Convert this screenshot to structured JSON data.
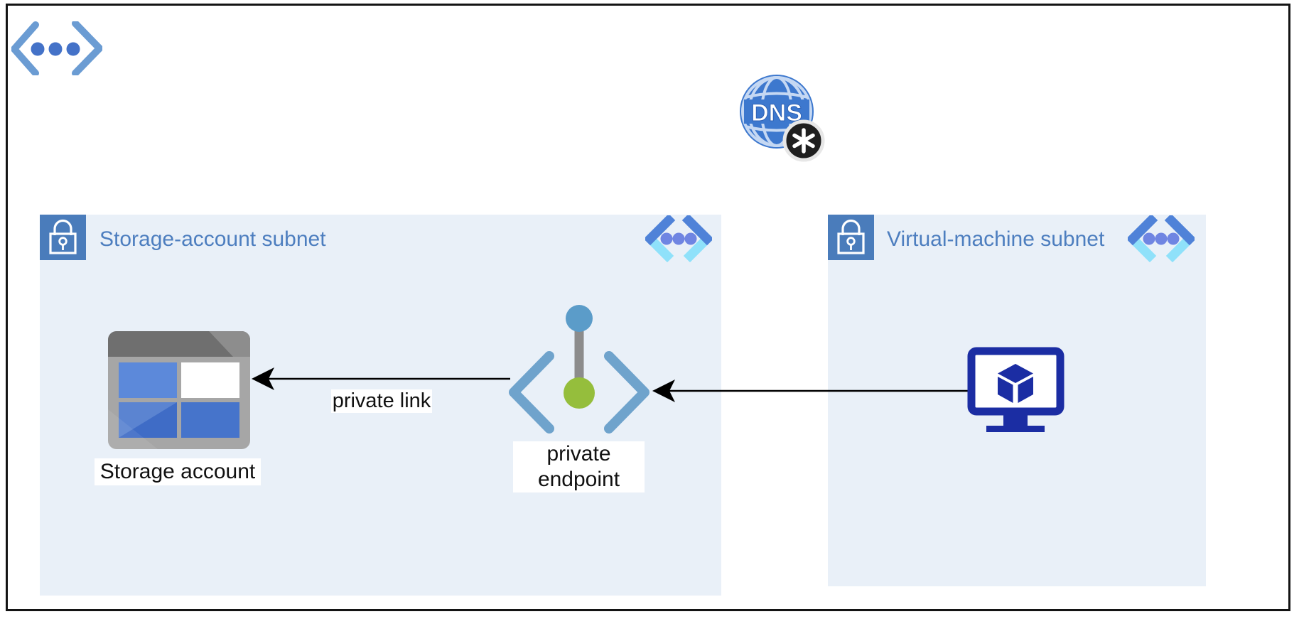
{
  "diagram": {
    "type": "azure-private-endpoint-network-diagram",
    "background": "#ffffff",
    "border_color": "#141414"
  },
  "dns": {
    "label": "DNS",
    "badge_glyph": "*"
  },
  "subnets": {
    "storage": {
      "title": "Storage-account subnet",
      "background": "#e9f0f8",
      "title_color": "#4d7ebf"
    },
    "vm": {
      "title": "Virtual-machine subnet",
      "background": "#e9f0f8",
      "title_color": "#4d7ebf"
    }
  },
  "nodes": {
    "storage_account": {
      "label": "Storage account"
    },
    "private_endpoint": {
      "label": "private\nendpoint"
    },
    "virtual_machine": {
      "label": ""
    }
  },
  "edges": [
    {
      "from": "private_endpoint",
      "to": "storage_account",
      "label": "private link",
      "arrow": "left"
    },
    {
      "from": "virtual_machine",
      "to": "private_endpoint",
      "label": "",
      "arrow": "left"
    }
  ],
  "icons": {
    "virtual_network": "angle-brackets-with-three-dots",
    "subnet": "two-tone-angle-brackets-with-three-dots",
    "lock": "white-outline-padlock-on-blue-square",
    "dns": "blue-globe-with-dns-text",
    "dns_badge": "black-circle-white-asterisk",
    "storage_account": "gray-window-with-blue-quadrants",
    "private_endpoint": "blue-brackets-with-green-dot-link",
    "virtual_machine": "navy-monitor-with-cube"
  },
  "colors": {
    "vnet_bracket": "#6b9cd3",
    "vnet_dot": "#4472c8",
    "subnet_bracket_dark": "#4f82d8",
    "subnet_bracket_cyan": "#8fe1fa",
    "subnet_dot": "#6f85e2",
    "lock_square": "#4a7cbb",
    "dns_globe": "#3d78ce",
    "dns_grid": "#c5d8f3",
    "badge_bg": "#1f1f1f",
    "badge_ring": "#e7e7e7",
    "pe_bracket": "#6fa3cc",
    "pe_top_dot": "#5b9cc9",
    "pe_green_dot": "#95be3c",
    "pe_bar": "#8c8c8c",
    "vm_navy": "#1b2da3",
    "storage_frame": "#a6a6a6",
    "storage_titlebar": "#6f6f6f",
    "storage_blue_light": "#5c89da",
    "storage_blue": "#4674cb",
    "storage_blue_dark": "#3f6cc6",
    "arrow": "#000000"
  }
}
